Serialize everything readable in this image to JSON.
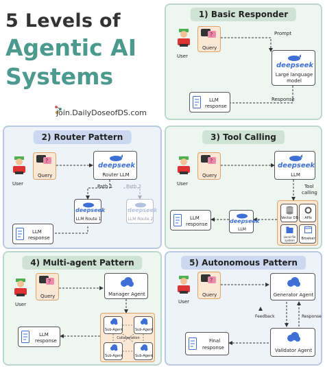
{
  "title": {
    "line1": "5 Levels of",
    "line2": "Agentic AI",
    "line3": "Systems"
  },
  "brand": "join.DailyDoseofDS.com",
  "common": {
    "user": "User",
    "query": "Query",
    "llm_response_line1": "LLM",
    "llm_response_line2": "response",
    "deepseek": "deepseek"
  },
  "p1": {
    "title": "1) Basic Responder",
    "prompt": "Prompt",
    "response": "Response",
    "llm_line1": "Large language",
    "llm_line2": "model"
  },
  "p2": {
    "title": "2) Router Pattern",
    "router_llm": "Router LLM",
    "path1": "Path 1",
    "path2": "Path 2",
    "route1": "LLM Route 1",
    "route2": "LLM Route 2"
  },
  "p3": {
    "title": "3) Tool Calling",
    "llm": "LLM",
    "tool_calling_line1": "Tool",
    "tool_calling_line2": "calling",
    "tools": [
      "Vector DB",
      "APIs",
      "Local file system",
      "Browser"
    ]
  },
  "p4": {
    "title": "4) Multi-agent Pattern",
    "manager": "Manager Agent",
    "sub_agent": "Sub-Agent",
    "collaboration": "Collaboration"
  },
  "p5": {
    "title": "5) Autonomous Pattern",
    "generator": "Generator Agent",
    "validator": "Validator Agent",
    "feedback": "Feedback",
    "response": "Response",
    "final_line1": "Final",
    "final_line2": "response"
  },
  "colors": {
    "green_panel": "#eef6f1",
    "blue_panel": "#eef2f9",
    "accent_teal": "#4c9a8e",
    "deepseek_blue": "#3d6fd6"
  }
}
